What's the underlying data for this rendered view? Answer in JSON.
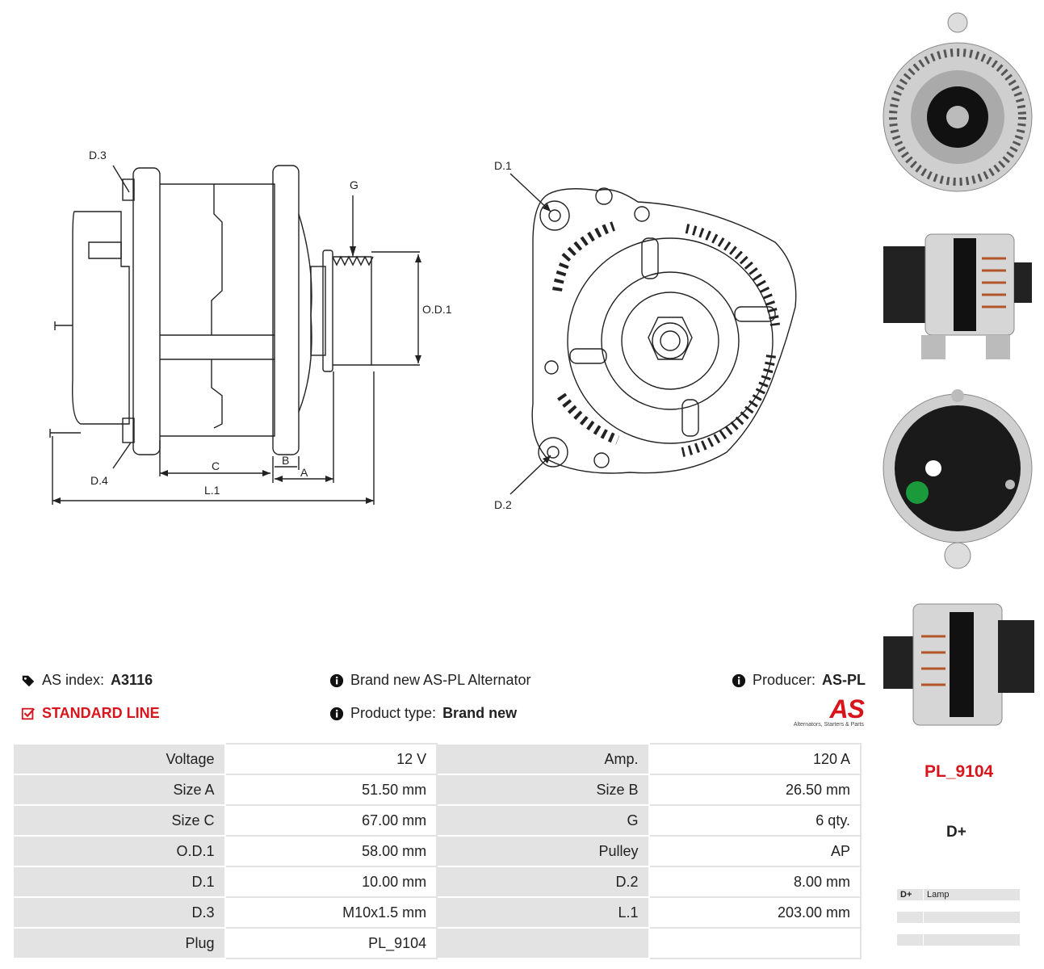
{
  "drawing": {
    "side_labels": {
      "d3": "D.3",
      "d4": "D.4",
      "g": "G",
      "od1": "O.D.1",
      "c": "C",
      "b": "B",
      "a": "A",
      "l1": "L.1"
    },
    "front_labels": {
      "d1": "D.1",
      "d2": "D.2"
    }
  },
  "info": {
    "as_index_label": "AS index:",
    "as_index_value": "A3116",
    "line": "STANDARD LINE",
    "brand_new_text": "Brand new AS-PL Alternator",
    "product_type_label": "Product type:",
    "product_type_value": "Brand new",
    "producer_label": "Producer:",
    "producer_value": "AS-PL",
    "logo_text": "AS",
    "logo_tagline": "Alternators, Starters & Parts"
  },
  "specs": [
    {
      "k1": "Voltage",
      "v1": "12 V",
      "k2": "Amp.",
      "v2": "120 A"
    },
    {
      "k1": "Size A",
      "v1": "51.50 mm",
      "k2": "Size B",
      "v2": "26.50 mm"
    },
    {
      "k1": "Size C",
      "v1": "67.00 mm",
      "k2": "G",
      "v2": "6 qty."
    },
    {
      "k1": "O.D.1",
      "v1": "58.00 mm",
      "k2": "Pulley",
      "v2": "AP"
    },
    {
      "k1": "D.1",
      "v1": "10.00 mm",
      "k2": "D.2",
      "v2": "8.00 mm"
    },
    {
      "k1": "D.3",
      "v1": "M10x1.5 mm",
      "k2": "L.1",
      "v2": "203.00 mm"
    },
    {
      "k1": "Plug",
      "v1": "PL_9104",
      "k2": "",
      "v2": ""
    }
  ],
  "plug": {
    "title": "PL_9104",
    "connector": "D+",
    "pins": [
      {
        "pin": "D+",
        "desc": "Lamp"
      }
    ]
  },
  "colors": {
    "accent_red": "#d8141d",
    "table_gray": "#e3e3e3"
  }
}
